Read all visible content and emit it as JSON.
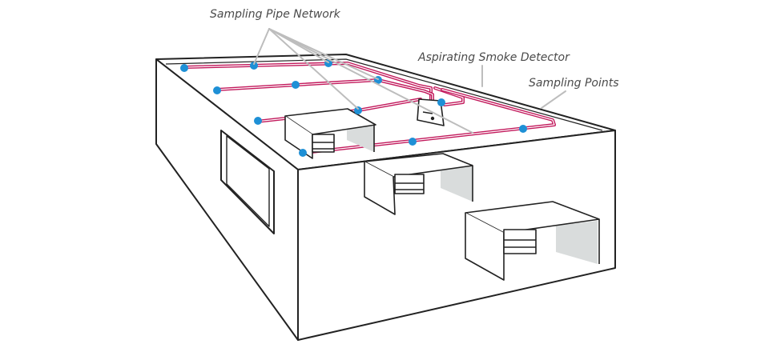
{
  "labels": {
    "pipe_network": "Sampling Pipe Network",
    "detector": "Aspirating Smoke Detector",
    "sampling_points": "Sampling Points"
  },
  "colors": {
    "pipe": "#c2185b",
    "pipe_inner": "#ffffff",
    "sampling_point": "#1e90d6",
    "outline": "#222222",
    "leader": "#bdbdbd",
    "shade": "#d9dcdc",
    "label": "#4a4a4a"
  }
}
